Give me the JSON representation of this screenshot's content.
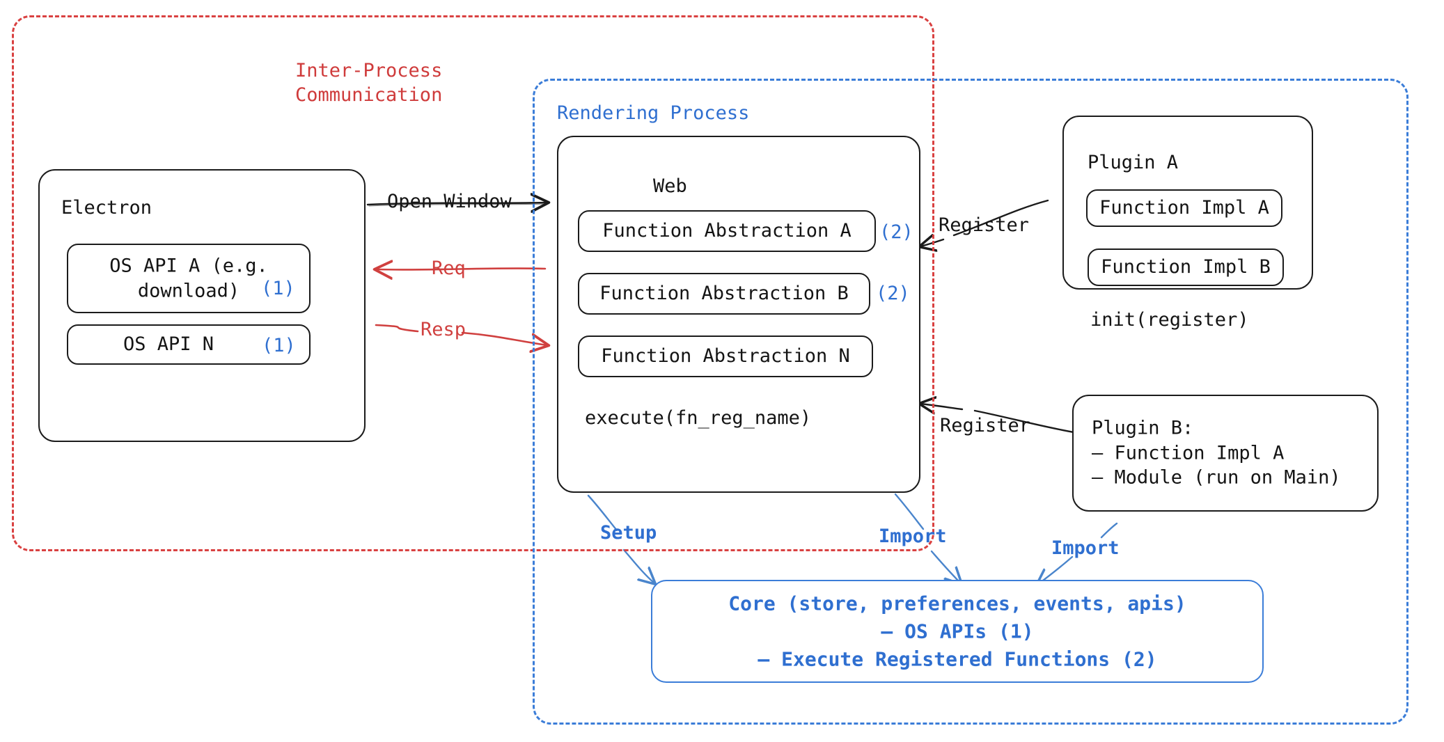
{
  "diagram": {
    "title": "Electron plugin architecture",
    "colors": {
      "ipc_red": "#d0403f",
      "render_blue": "#2f6fd0",
      "ink_black": "#141414",
      "background": "#ffffff"
    }
  },
  "groups": {
    "ipc": {
      "label": "Inter-Process\nCommunication",
      "color": "#cf3b3b"
    },
    "rendering": {
      "label": "Rendering Process",
      "color": "#2f6fd0"
    }
  },
  "electron": {
    "title": "Electron",
    "apis": [
      {
        "label": "OS API A (e.g.\ndownload)",
        "badge": "(1)"
      },
      {
        "label": "OS API N",
        "badge": "(1)"
      }
    ]
  },
  "web": {
    "title": "Web",
    "abstractions": [
      {
        "label": "Function Abstraction A",
        "badge": "(2)"
      },
      {
        "label": "Function Abstraction B",
        "badge": "(2)"
      },
      {
        "label": "Function Abstraction N",
        "badge": ""
      }
    ],
    "footer": "execute(fn_reg_name)"
  },
  "plugin_a": {
    "title": "Plugin A",
    "items": [
      {
        "label": "Function Impl A"
      },
      {
        "label": "Function Impl B"
      }
    ],
    "footer": "init(register)"
  },
  "plugin_b": {
    "text": "Plugin B:\n— Function Impl A\n— Module (run on Main)"
  },
  "core": {
    "text": "Core (store, preferences, events, apis)\n— OS APIs (1)\n— Execute Registered Functions (2)"
  },
  "edges": [
    {
      "id": "open-window",
      "label": "Open Window",
      "color": "black"
    },
    {
      "id": "req",
      "label": "Req",
      "color": "red"
    },
    {
      "id": "resp",
      "label": "Resp",
      "color": "red"
    },
    {
      "id": "register-a",
      "label": "Register",
      "color": "black"
    },
    {
      "id": "register-b",
      "label": "Register",
      "color": "black"
    },
    {
      "id": "setup",
      "label": "Setup",
      "color": "blue"
    },
    {
      "id": "import-web",
      "label": "Import",
      "color": "blue"
    },
    {
      "id": "import-plugin-b",
      "label": "Import",
      "color": "blue"
    }
  ]
}
